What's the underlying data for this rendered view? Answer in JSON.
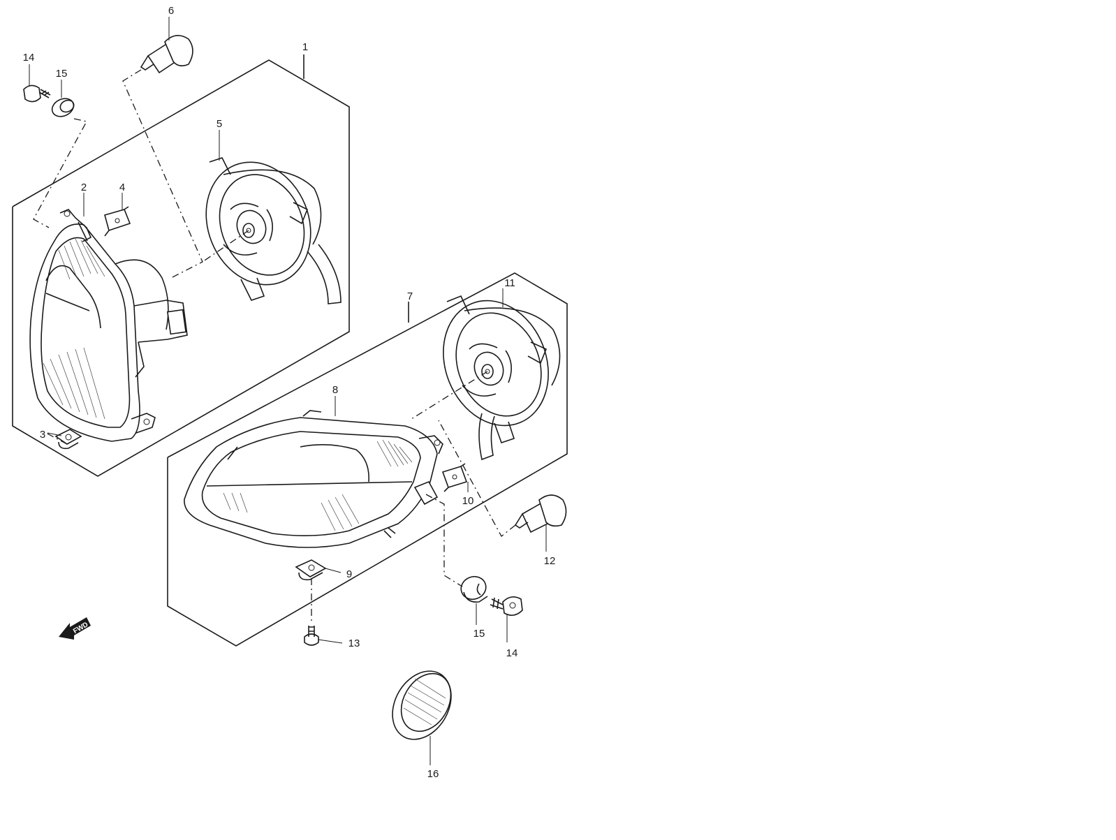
{
  "callouts": [
    {
      "id": "1",
      "label": "1"
    },
    {
      "id": "2",
      "label": "2"
    },
    {
      "id": "3",
      "label": "3"
    },
    {
      "id": "4",
      "label": "4"
    },
    {
      "id": "5",
      "label": "5"
    },
    {
      "id": "6",
      "label": "6"
    },
    {
      "id": "7",
      "label": "7"
    },
    {
      "id": "8",
      "label": "8"
    },
    {
      "id": "9",
      "label": "9"
    },
    {
      "id": "10",
      "label": "10"
    },
    {
      "id": "11",
      "label": "11"
    },
    {
      "id": "12",
      "label": "12"
    },
    {
      "id": "13",
      "label": "13"
    },
    {
      "id": "14a",
      "label": "14"
    },
    {
      "id": "14b",
      "label": "14"
    },
    {
      "id": "15a",
      "label": "15"
    },
    {
      "id": "15b",
      "label": "15"
    },
    {
      "id": "16",
      "label": "16"
    }
  ],
  "direction_arrow": {
    "label": "FWD",
    "icon": "forward-arrow-icon"
  },
  "colors": {
    "line": "#1a1a1a",
    "background": "#ffffff"
  }
}
